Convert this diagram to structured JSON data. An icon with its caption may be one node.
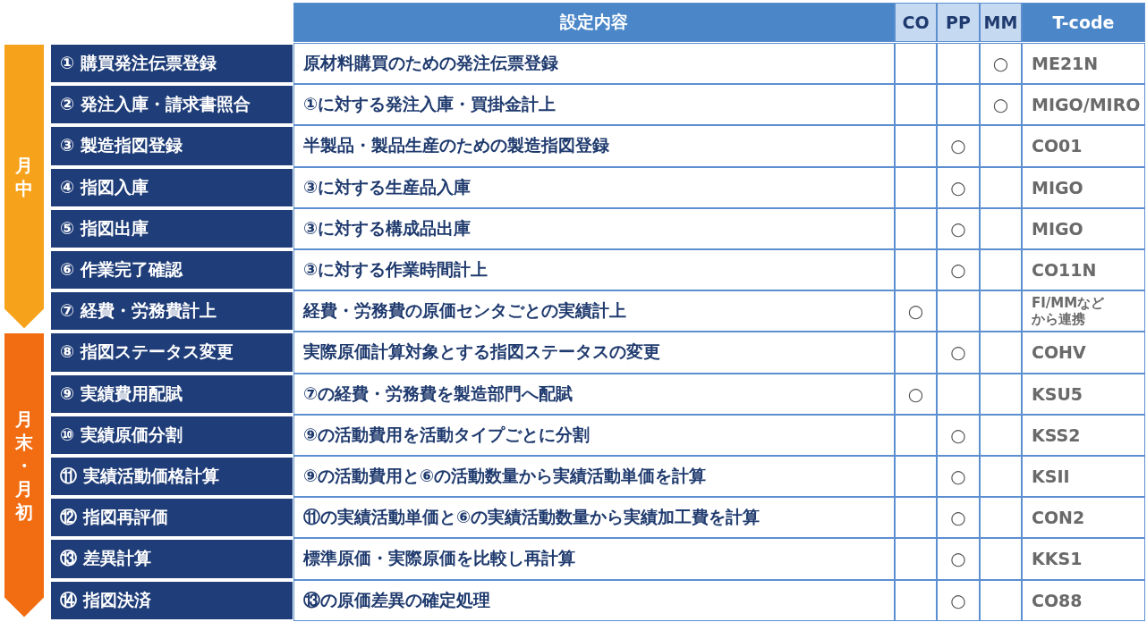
{
  "diagram": {
    "nodes": [
      {
        "text": [
          "月中"
        ]
      },
      {
        "text": [
          "月末・月初"
        ]
      },
      {
        "text": [
          "① 購買発注伝票登録"
        ]
      },
      {
        "text": [
          "② 発注入庫・請求書照合"
        ]
      },
      {
        "text": [
          "③ 製造指図登録"
        ]
      },
      {
        "text": [
          "④ 指図入庫"
        ]
      },
      {
        "text": [
          "⑤ 指図出庫"
        ]
      },
      {
        "text": [
          "⑥ 作業完了確認"
        ]
      },
      {
        "text": [
          "⑦ 経費・労務費計上"
        ]
      },
      {
        "text": [
          "⑧ 指図ステータス変更"
        ]
      },
      {
        "text": [
          "⑨ 実績費用配賦"
        ]
      },
      {
        "text": [
          "⑩ 実績原価分割"
        ]
      },
      {
        "text": [
          "⑪ 実績活動価格計算"
        ]
      },
      {
        "text": [
          "⑫ 指図再評価"
        ]
      },
      {
        "text": [
          "⑬ 差異計算"
        ]
      },
      {
        "text": [
          "⑭ 指図決済"
        ]
      }
    ],
    "labels": [
      "設定内容",
      "CO",
      "PP",
      "MM",
      "T-code",
      "原材料購買のための発注伝票登録",
      "○",
      "ME21N",
      "①に対する発注入庫・買掛金計上",
      "○",
      "MIGO/MIRO",
      "半製品・製品生産のための製造指図登録",
      "○",
      "CO01",
      "③に対する生産品入庫",
      "○",
      "MIGO",
      "③に対する構成品出庫",
      "○",
      "MIGO",
      "③に対する作業時間計上",
      "○",
      "CO11N",
      "経費・労務費の原価センタごとの実績計上",
      "○",
      "FI/MMなどから連携",
      "実際原価計算対象とする指図ステータスの変更",
      "○",
      "COHV",
      "⑦の経費・労務費を製造部門へ配賦",
      "○",
      "KSU5",
      "⑨の活動費用を活動タイプごとに分割",
      "○",
      "KSS2",
      "⑨の活動費用と⑥の活動数量から実績活動単価を計算",
      "○",
      "KSII",
      "⑪の実績活動単価と⑥の実績活動数量から実績加工費を計算",
      "○",
      "CON2",
      "標準原価・実際原価を比較し再計算",
      "○",
      "KKS1",
      "⑬の原価差異の確定処理",
      "○",
      "CO88"
    ]
  }
}
